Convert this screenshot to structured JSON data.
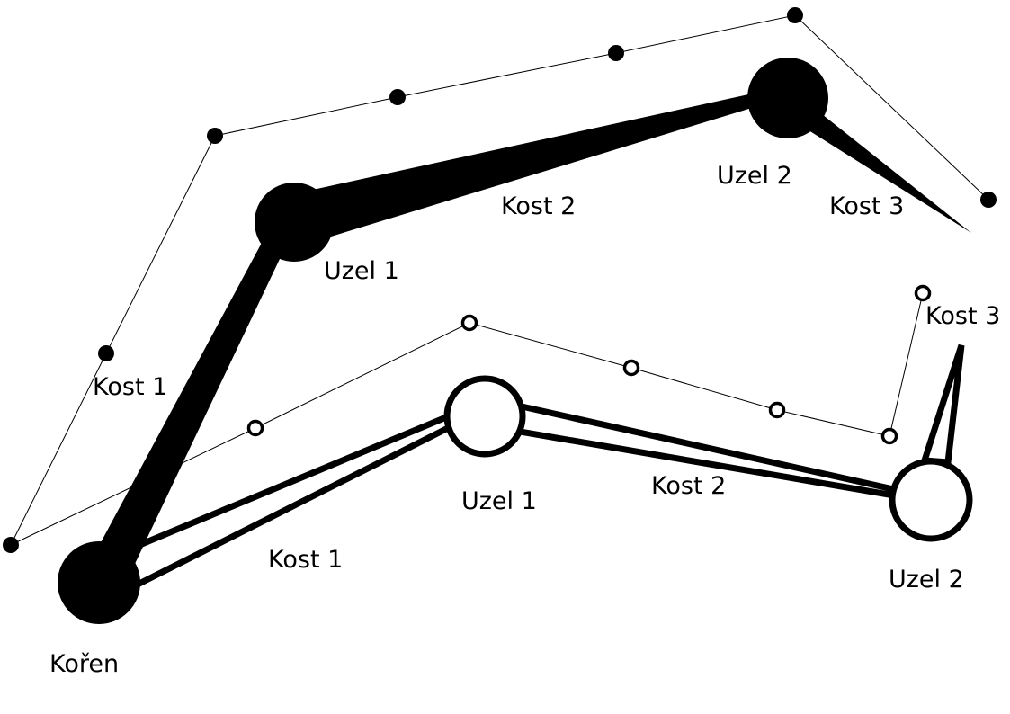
{
  "colors": {
    "ink": "#000000",
    "paper": "#ffffff"
  },
  "labels": {
    "root": "Kořen",
    "filled_node_1": "Uzel 1",
    "filled_node_2": "Uzel 2",
    "filled_bone_1": "Kost 1",
    "filled_bone_2": "Kost 2",
    "filled_bone_3": "Kost 3",
    "outline_node_1": "Uzel 1",
    "outline_node_2": "Uzel 2",
    "outline_bone_1": "Kost 1",
    "outline_bone_2": "Kost 2",
    "outline_bone_3": "Kost 3"
  }
}
